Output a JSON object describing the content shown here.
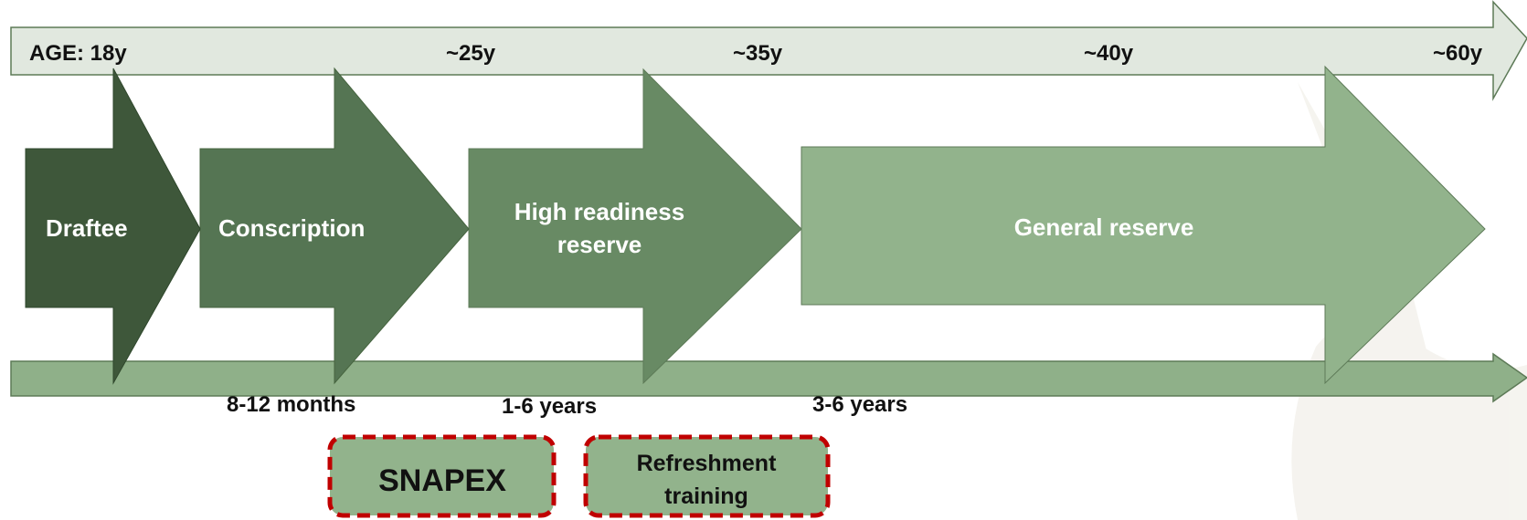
{
  "colors": {
    "top_arrow_fill": "#e1e8df",
    "top_arrow_stroke": "#5d7a57",
    "bottom_arrow_fill": "#8fb089",
    "bottom_arrow_stroke": "#5d7a57",
    "draftee": "#3e573a",
    "conscription": "#557553",
    "high_readiness": "#688a64",
    "general_reserve": "#92b38c",
    "box_fill": "#92b38c",
    "box_border": "#c00000"
  },
  "age_axis": {
    "labels": [
      "AGE: 18y",
      "~25y",
      "~35y",
      "~40y",
      "~60y"
    ]
  },
  "stages": [
    {
      "id": "draftee",
      "label": "Draftee"
    },
    {
      "id": "conscription",
      "label": "Conscription"
    },
    {
      "id": "high-readiness",
      "label_line1": "High readiness",
      "label_line2": "reserve"
    },
    {
      "id": "general-reserve",
      "label": "General reserve"
    }
  ],
  "durations": [
    "8-12 months",
    "1-6 years",
    "3-6 years"
  ],
  "training_boxes": [
    {
      "id": "snapex",
      "label": "SNAPEX"
    },
    {
      "id": "refreshment",
      "label_line1": "Refreshment",
      "label_line2": "training"
    }
  ]
}
